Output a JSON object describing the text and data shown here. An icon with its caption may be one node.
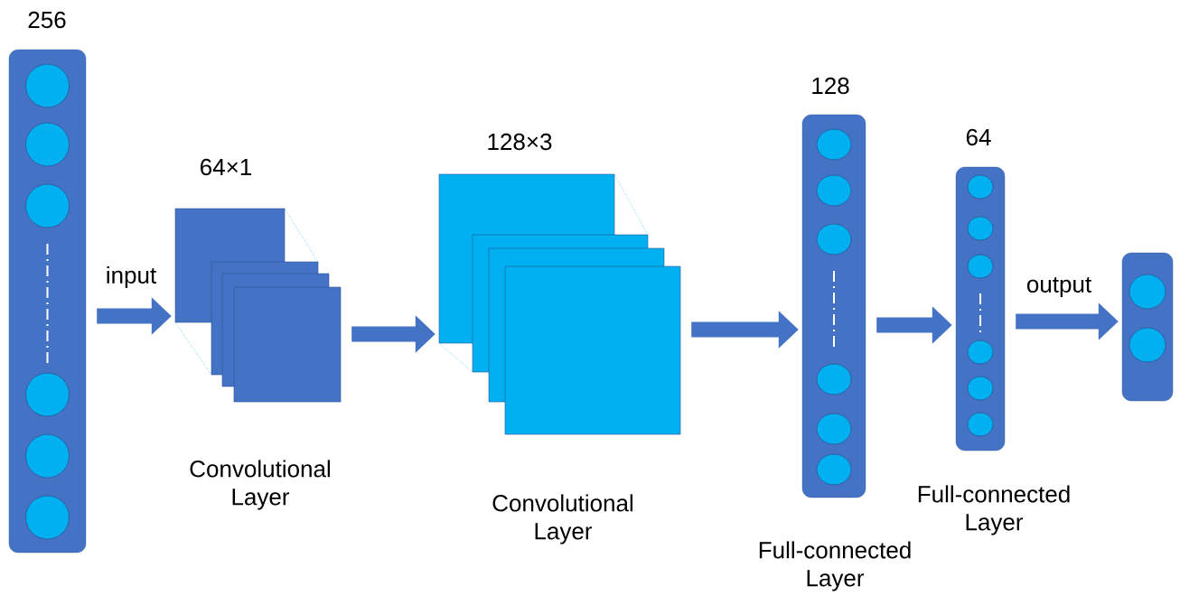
{
  "diagram": {
    "nodes": [
      {
        "text": [
          "256"
        ]
      },
      {
        "text": [
          "64×1"
        ],
        "beside": [
          "Convolutional Layer"
        ]
      },
      {
        "text": [
          "128×3"
        ],
        "beside": [
          "Convolutional Layer"
        ]
      },
      {
        "text": [
          "128"
        ],
        "beside": [
          "Full-connected Layer"
        ]
      },
      {
        "text": [
          "64"
        ],
        "beside": [
          "Full-connected Layer"
        ]
      },
      {
        "text": [],
        "shape": "box"
      }
    ],
    "edges": [
      {
        "from": 0,
        "to": 1,
        "arrow": "to",
        "label": "input"
      },
      {
        "from": 1,
        "to": 2,
        "arrow": "to"
      },
      {
        "from": 2,
        "to": 3,
        "arrow": "to"
      },
      {
        "from": 3,
        "to": 4,
        "arrow": "to"
      },
      {
        "from": 4,
        "to": 5,
        "arrow": "to",
        "label": "output"
      }
    ]
  }
}
